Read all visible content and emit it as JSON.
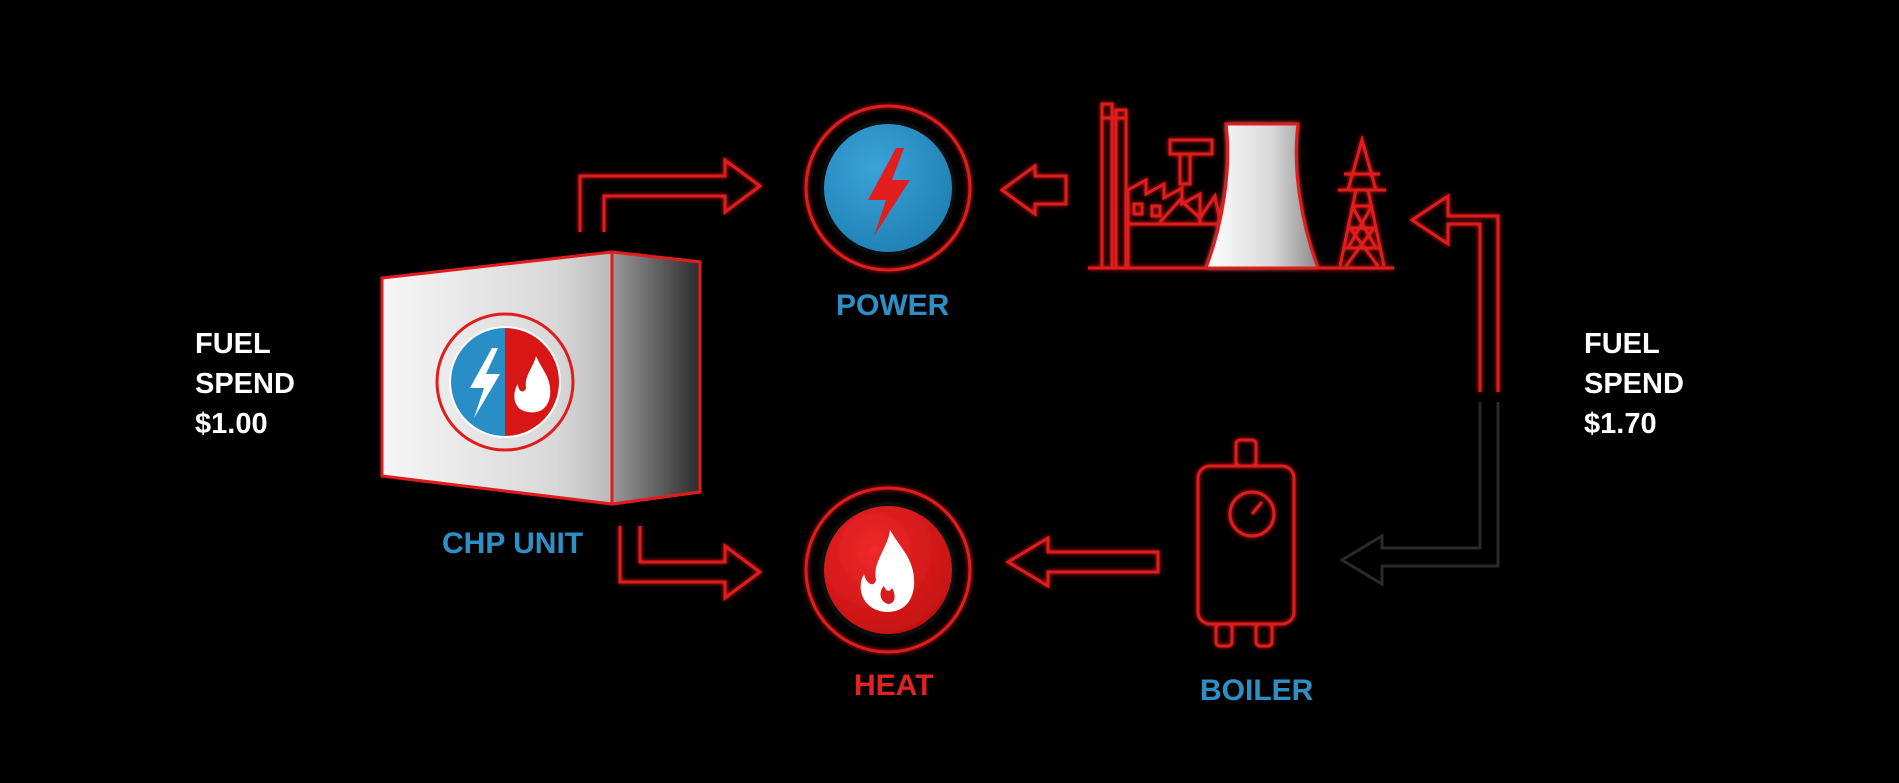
{
  "colors": {
    "background": "#000000",
    "accent_red": "#e11d1d",
    "power_blue": "#2a8ec6",
    "label_blue": "#2f8fc4",
    "label_red": "#e02020",
    "text_white": "#ffffff",
    "box_light": "#f4f4f4",
    "box_dark": "#404040"
  },
  "left_fuel": {
    "line1": "FUEL",
    "line2": "SPEND",
    "amount": "$1.00"
  },
  "right_fuel": {
    "line1": "FUEL",
    "line2": "SPEND",
    "amount": "$1.70"
  },
  "nodes": {
    "chp_unit": {
      "label": "CHP UNIT",
      "icon": "chp-box-icon"
    },
    "power": {
      "label": "POWER",
      "icon": "lightning-bolt-icon"
    },
    "heat": {
      "label": "HEAT",
      "icon": "flame-icon"
    },
    "power_plant": {
      "label": "",
      "icon": "power-plant-icon"
    },
    "boiler": {
      "label": "BOILER",
      "icon": "boiler-icon"
    }
  }
}
